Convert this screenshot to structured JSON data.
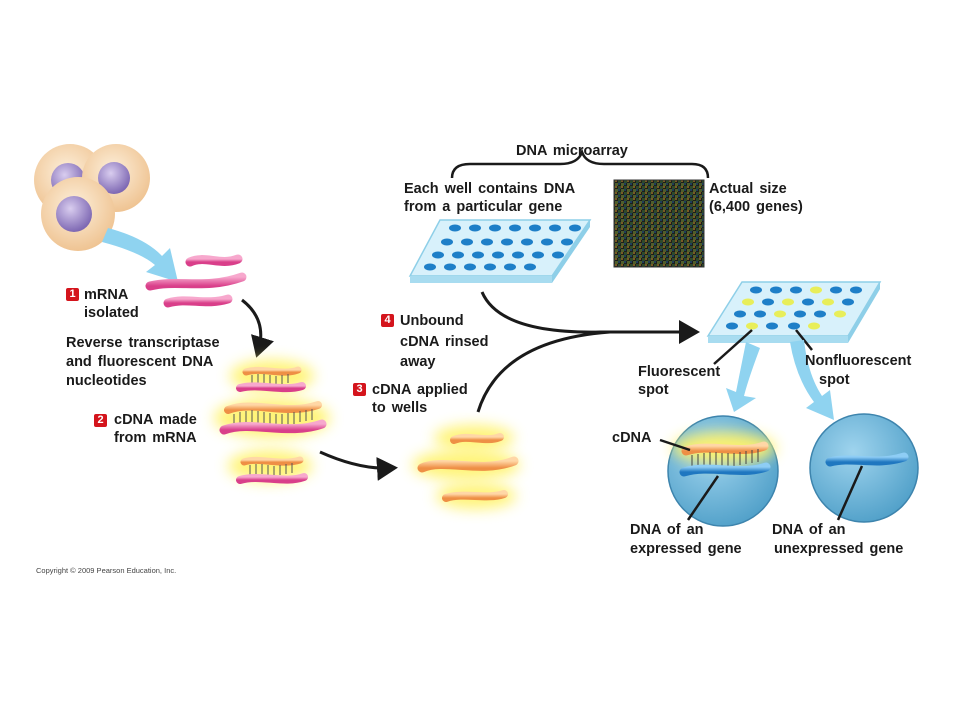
{
  "title": "DNA microarray",
  "labels": {
    "each_well_line1": "Each well contains DNA",
    "each_well_line2": "from a particular gene",
    "actual_size_line1": "Actual size",
    "actual_size_line2": "(6,400 genes)",
    "reverse_line1": "Reverse transcriptase",
    "reverse_line2": "and fluorescent DNA",
    "reverse_line3": "nucleotides",
    "fluorescent_line1": "Fluorescent",
    "fluorescent_line2": "spot",
    "nonfluorescent_line1": "Nonfluorescent",
    "nonfluorescent_line2": "spot",
    "cdna": "cDNA",
    "expressed_line1": "DNA of an",
    "expressed_line2": "expressed  gene",
    "unexpressed_line1": "DNA of an",
    "unexpressed_line2": "unexpressed  gene"
  },
  "steps": [
    {
      "number": "1",
      "line1": "mRNA",
      "line2": "isolated",
      "line3": ""
    },
    {
      "number": "2",
      "line1": "cDNA made",
      "line2": "from mRNA",
      "line3": ""
    },
    {
      "number": "3",
      "line1": "cDNA applied",
      "line2": "to wells",
      "line3": ""
    },
    {
      "number": "4",
      "line1": "Unbound",
      "line2": "cDNA rinsed",
      "line3": "away"
    }
  ],
  "copyright": "Copyright © 2009 Pearson Education, Inc.",
  "colors": {
    "mrna_pink": "#e0559a",
    "cdna_orange": "#f6a863",
    "glow_yellow": "#fff36a",
    "dna_blue": "#2f8fd4",
    "well_blue": "#1e7fc8",
    "plate_light": "#d8f1fb",
    "plate_edge": "#8ecfe8",
    "circle_blue": "#5aa6cc",
    "arrow_light_blue": "#8fd3f0",
    "badge_red": "#d4141c",
    "cell_peach": "#f7d9b4",
    "nucleus_purple": "#9b86c8"
  }
}
